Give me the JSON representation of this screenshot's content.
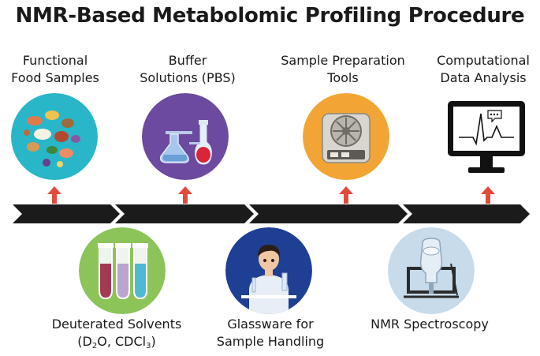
{
  "title": "NMR-Based Metabolomic Profiling Procedure",
  "top_steps": [
    {
      "line1": "Functional",
      "line2": "Food Samples",
      "icon": "food-samples-icon"
    },
    {
      "line1": "Buffer",
      "line2": "Solutions (PBS)",
      "icon": "lab-flasks-icon"
    },
    {
      "line1": "Sample Preparation",
      "line2": "Tools",
      "icon": "centrifuge-icon"
    },
    {
      "line1": "Computational",
      "line2": "Data Analysis",
      "icon": "monitor-spectrum-icon"
    }
  ],
  "bottom_steps": [
    {
      "line1": "Deuterated Solvents",
      "line2_a": "(D",
      "line2_sub1": "2",
      "line2_b": "O, CDCl",
      "line2_sub2": "3",
      "line2_c": ")",
      "icon": "test-tubes-icon"
    },
    {
      "line1": "Glassware for",
      "line2": "Sample Handling",
      "icon": "scientist-icon"
    },
    {
      "line1": "NMR Spectroscopy",
      "icon": "nmr-spectrometer-icon"
    }
  ],
  "colors": {
    "teal": "#29b6c9",
    "purple": "#6b4aa0",
    "orange": "#f2a535",
    "green": "#8cc45a",
    "navy": "#1f3f94",
    "lightblue": "#c7dbeb",
    "arrow_red": "#e24b3b",
    "timeline": "#1b1b1b"
  }
}
